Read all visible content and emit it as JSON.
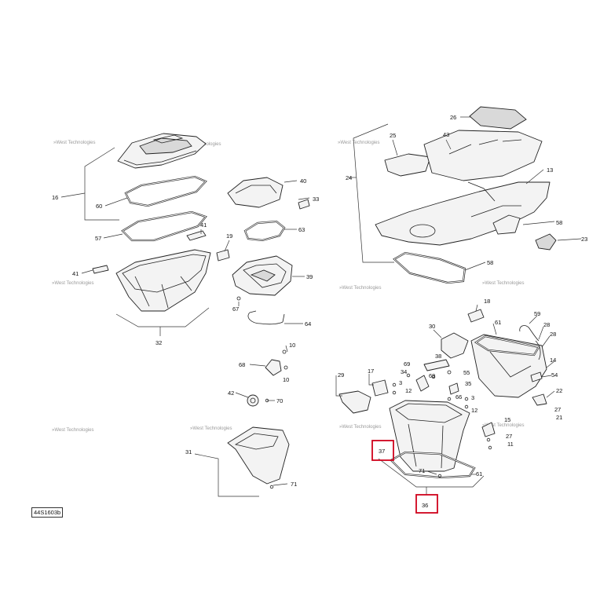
{
  "figure_reference": "44S1603b",
  "watermark_text": "»West Technologies",
  "highlight_color": "#d0021b",
  "highlighted_callouts": [
    "37",
    "36"
  ],
  "callouts": {
    "c16": "16",
    "c60": "60",
    "c57": "57",
    "c41a": "41",
    "c41b": "41",
    "c19": "19",
    "c32": "32",
    "c40": "40",
    "c33": "33",
    "c63": "63",
    "c39": "39",
    "c67": "67",
    "c64": "64",
    "c10a": "10",
    "c10b": "10",
    "c68": "68",
    "c42": "42",
    "c70": "70",
    "c31": "31",
    "c71a": "71",
    "c26": "26",
    "c25": "25",
    "c43": "43",
    "c24": "24",
    "c13": "13",
    "c58a": "58",
    "c23": "23",
    "c58b": "58",
    "c18": "18",
    "c30": "30",
    "c61a": "61",
    "c59": "59",
    "c28a": "28",
    "c28b": "28",
    "c38": "38",
    "c14": "14",
    "c34": "34",
    "c55": "55",
    "c69a": "69",
    "c69b": "69",
    "c54": "54",
    "c29": "29",
    "c17": "17",
    "c3a": "3",
    "c3b": "3",
    "c35": "35",
    "c22": "22",
    "c66": "66",
    "c27a": "27",
    "c21": "21",
    "c12a": "12",
    "c12b": "12",
    "c15": "15",
    "c27b": "27",
    "c11": "11",
    "c37": "37",
    "c71b": "71",
    "c61b": "61",
    "c36": "36"
  }
}
